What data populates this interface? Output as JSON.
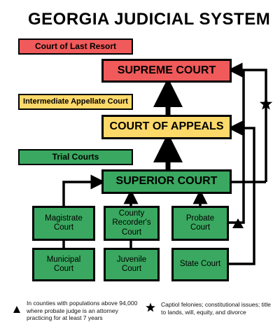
{
  "title": "GEORGIA JUDICIAL SYSTEM",
  "legend": {
    "last_resort": "Court of Last Resort",
    "intermediate": "Intermediate Appellate Court",
    "trial": "Trial Courts"
  },
  "courts": {
    "supreme": "SUPREME COURT",
    "appeals": "COURT OF APPEALS",
    "superior": "SUPERIOR COURT",
    "magistrate": "Magistrate Court",
    "county_recorders": "County Recorder's Court",
    "probate": "Probate Court",
    "municipal": "Municipal Court",
    "juvenile": "Juvenile Court",
    "state": "State Court"
  },
  "notes": {
    "triangle": "In counties with populations above 94,000 where probate judge is an attorney practicing for at least 7 years",
    "star": "Captiol felonies; constitutional issues; title to lands, will, equity, and divorce"
  },
  "colors": {
    "last_resort": "#f05a5a",
    "intermediate": "#fdd96a",
    "trial": "#3aa860"
  },
  "icons": [
    "triangle-icon",
    "star-icon"
  ]
}
